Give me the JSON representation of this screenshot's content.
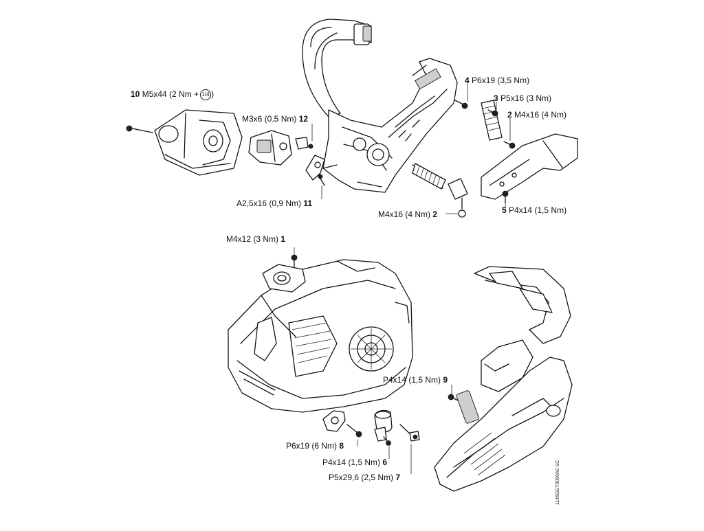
{
  "labels": {
    "l10": {
      "num": "10",
      "spec": "M5x44 (2 Nm +",
      "fraction": "1/4",
      "close": ")"
    },
    "l12": {
      "num": "12",
      "spec": "M3x6 (0,5 Nm)"
    },
    "l11": {
      "num": "11",
      "spec": "A2,5x16 (0,9 Nm)"
    },
    "l4": {
      "num": "4",
      "spec": "P6x19 (3,5 Nm)"
    },
    "l3": {
      "num": "3",
      "spec": "P5x16 (3 Nm)"
    },
    "l2a": {
      "num": "2",
      "spec": "M4x16 (4 Nm)"
    },
    "l2b": {
      "num": "2",
      "spec": "M4x16 (4 Nm)"
    },
    "l5": {
      "num": "5",
      "spec": "P4x14 (1,5 Nm)"
    },
    "l1": {
      "num": "1",
      "spec": "M4x12 (3 Nm)"
    },
    "l9": {
      "num": "9",
      "spec": "P4x14 (1,5 Nm)"
    },
    "l8": {
      "num": "8",
      "spec": "P6x19 (6 Nm)"
    },
    "l6": {
      "num": "6",
      "spec": "P4x14 (1,5 Nm)"
    },
    "l7": {
      "num": "7",
      "spec": "P5x29,6 (2,5 Nm)"
    }
  },
  "drawing_code": "1145GET0000A0 SC"
}
